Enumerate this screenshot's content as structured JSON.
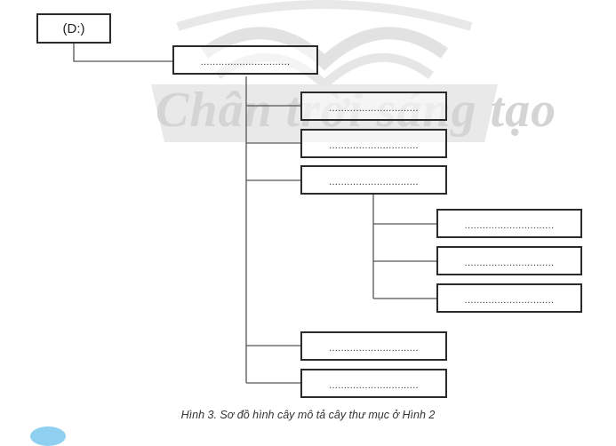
{
  "watermark": {
    "text": "Chân trời sáng tạo",
    "color": "#d4d4d4"
  },
  "diagram": {
    "root": {
      "label": "(D:)"
    },
    "placeholder": "..............................",
    "level1": {
      "label": ".............................."
    },
    "level2": [
      {
        "label": ".............................."
      },
      {
        "label": ".............................."
      },
      {
        "label": ".............................."
      },
      {
        "label": ".............................."
      },
      {
        "label": ".............................."
      }
    ],
    "level3": [
      {
        "label": ".............................."
      },
      {
        "label": ".............................."
      },
      {
        "label": ".............................."
      }
    ],
    "border_color": "#2a2a2a",
    "line_color": "#555555"
  },
  "caption": "Hình 3. Sơ đồ hình cây mô tả cây thư mục ở Hình 2"
}
